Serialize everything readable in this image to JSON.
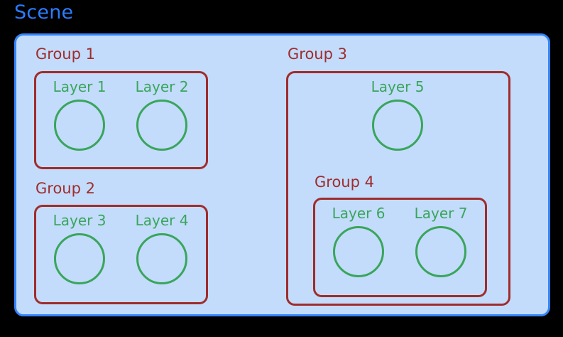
{
  "scene": {
    "title": "Scene",
    "title_color": "#2b7cff",
    "fill_color": "#c3dcfb",
    "border_color": "#3584fc"
  },
  "palette": {
    "background": "#000000",
    "group_color": "#a02c2c",
    "layer_color": "#3aa55c"
  },
  "groups": [
    {
      "id": "group-1",
      "label": "Group 1",
      "layers": [
        {
          "id": "layer-1",
          "label": "Layer 1",
          "shape": "circle"
        },
        {
          "id": "layer-2",
          "label": "Layer 2",
          "shape": "circle"
        }
      ]
    },
    {
      "id": "group-2",
      "label": "Group 2",
      "layers": [
        {
          "id": "layer-3",
          "label": "Layer 3",
          "shape": "circle"
        },
        {
          "id": "layer-4",
          "label": "Layer 4",
          "shape": "circle"
        }
      ]
    },
    {
      "id": "group-3",
      "label": "Group 3",
      "layers": [
        {
          "id": "layer-5",
          "label": "Layer 5",
          "shape": "circle"
        }
      ],
      "groups": [
        {
          "id": "group-4",
          "label": "Group 4",
          "layers": [
            {
              "id": "layer-6",
              "label": "Layer 6",
              "shape": "circle"
            },
            {
              "id": "layer-7",
              "label": "Layer 7",
              "shape": "circle"
            }
          ]
        }
      ]
    }
  ]
}
